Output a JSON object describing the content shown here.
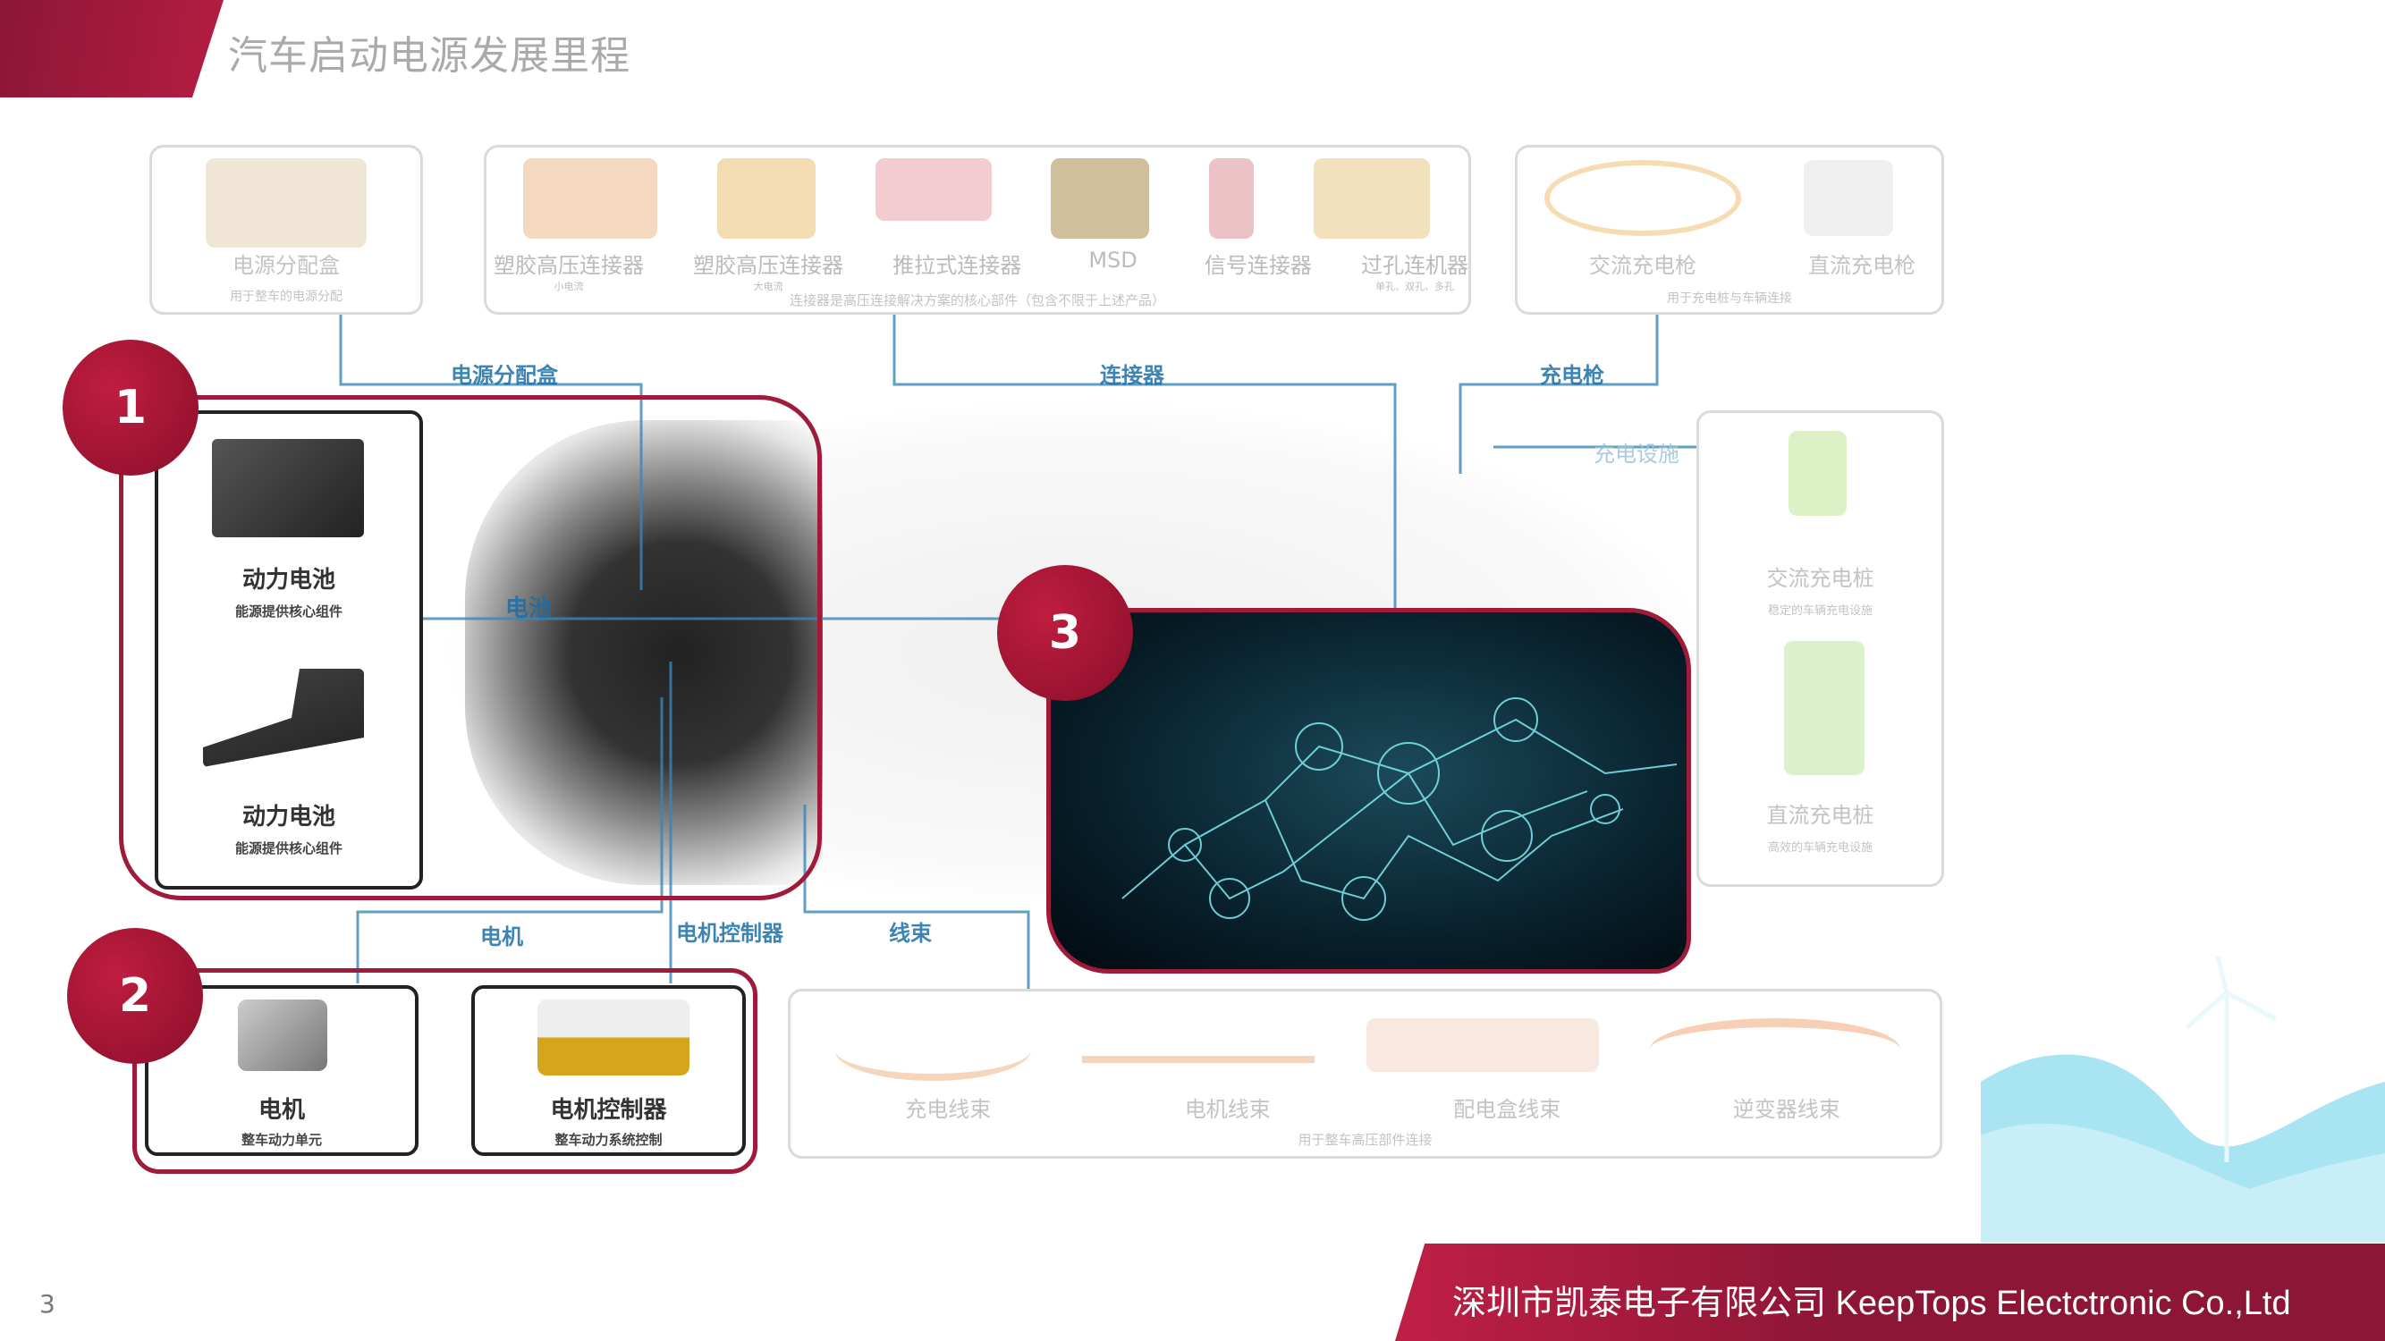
{
  "header": {
    "title": "汽车启动电源发展里程"
  },
  "top_boxes": {
    "distribution": {
      "items": [
        "电源分配盒"
      ],
      "caption": "用于整车的电源分配"
    },
    "connectors": {
      "items": [
        {
          "name": "塑胶高压连接器",
          "note": "小电流"
        },
        {
          "name": "塑胶高压连接器",
          "note": "大电流"
        },
        {
          "name": "推拉式连接器",
          "note": ""
        },
        {
          "name": "MSD",
          "note": ""
        },
        {
          "name": "信号连接器",
          "note": ""
        },
        {
          "name": "过孔连机器",
          "note": "单孔、双孔、多孔"
        }
      ],
      "caption": "连接器是高压连接解决方案的核心部件（包含不限于上述产品）"
    },
    "charging_guns": {
      "items": [
        "交流充电枪",
        "直流充电枪"
      ],
      "caption": "用于充电桩与车辆连接"
    }
  },
  "diagram_labels": {
    "distribution": "电源分配盒",
    "connector": "连接器",
    "gun": "充电枪",
    "facility": "充电设施",
    "battery": "电池",
    "motor": "电机",
    "controller": "电机控制器",
    "harness": "线束"
  },
  "charging_piles": [
    {
      "name": "交流充电桩",
      "desc": "稳定的车辆充电设施"
    },
    {
      "name": "直流充电桩",
      "desc": "高效的车辆充电设施"
    }
  ],
  "group1": {
    "number": "1",
    "items": [
      {
        "name": "动力电池",
        "desc": "能源提供核心组件"
      },
      {
        "name": "动力电池",
        "desc": "能源提供核心组件"
      }
    ]
  },
  "group2": {
    "number": "2",
    "items": [
      {
        "name": "电机",
        "desc": "整车动力单元"
      },
      {
        "name": "电机控制器",
        "desc": "整车动力系统控制"
      }
    ]
  },
  "group3": {
    "number": "3"
  },
  "harness_box": {
    "items": [
      "充电线束",
      "电机线束",
      "配电盒线束",
      "逆变器线束"
    ],
    "caption": "用于整车高压部件连接"
  },
  "footer": {
    "company": "深圳市凯泰电子有限公司 KeepTops Electctronic Co.,Ltd",
    "page": "3"
  },
  "colors": {
    "brand": "#9e1b3a",
    "line": "#1c6fa6"
  }
}
